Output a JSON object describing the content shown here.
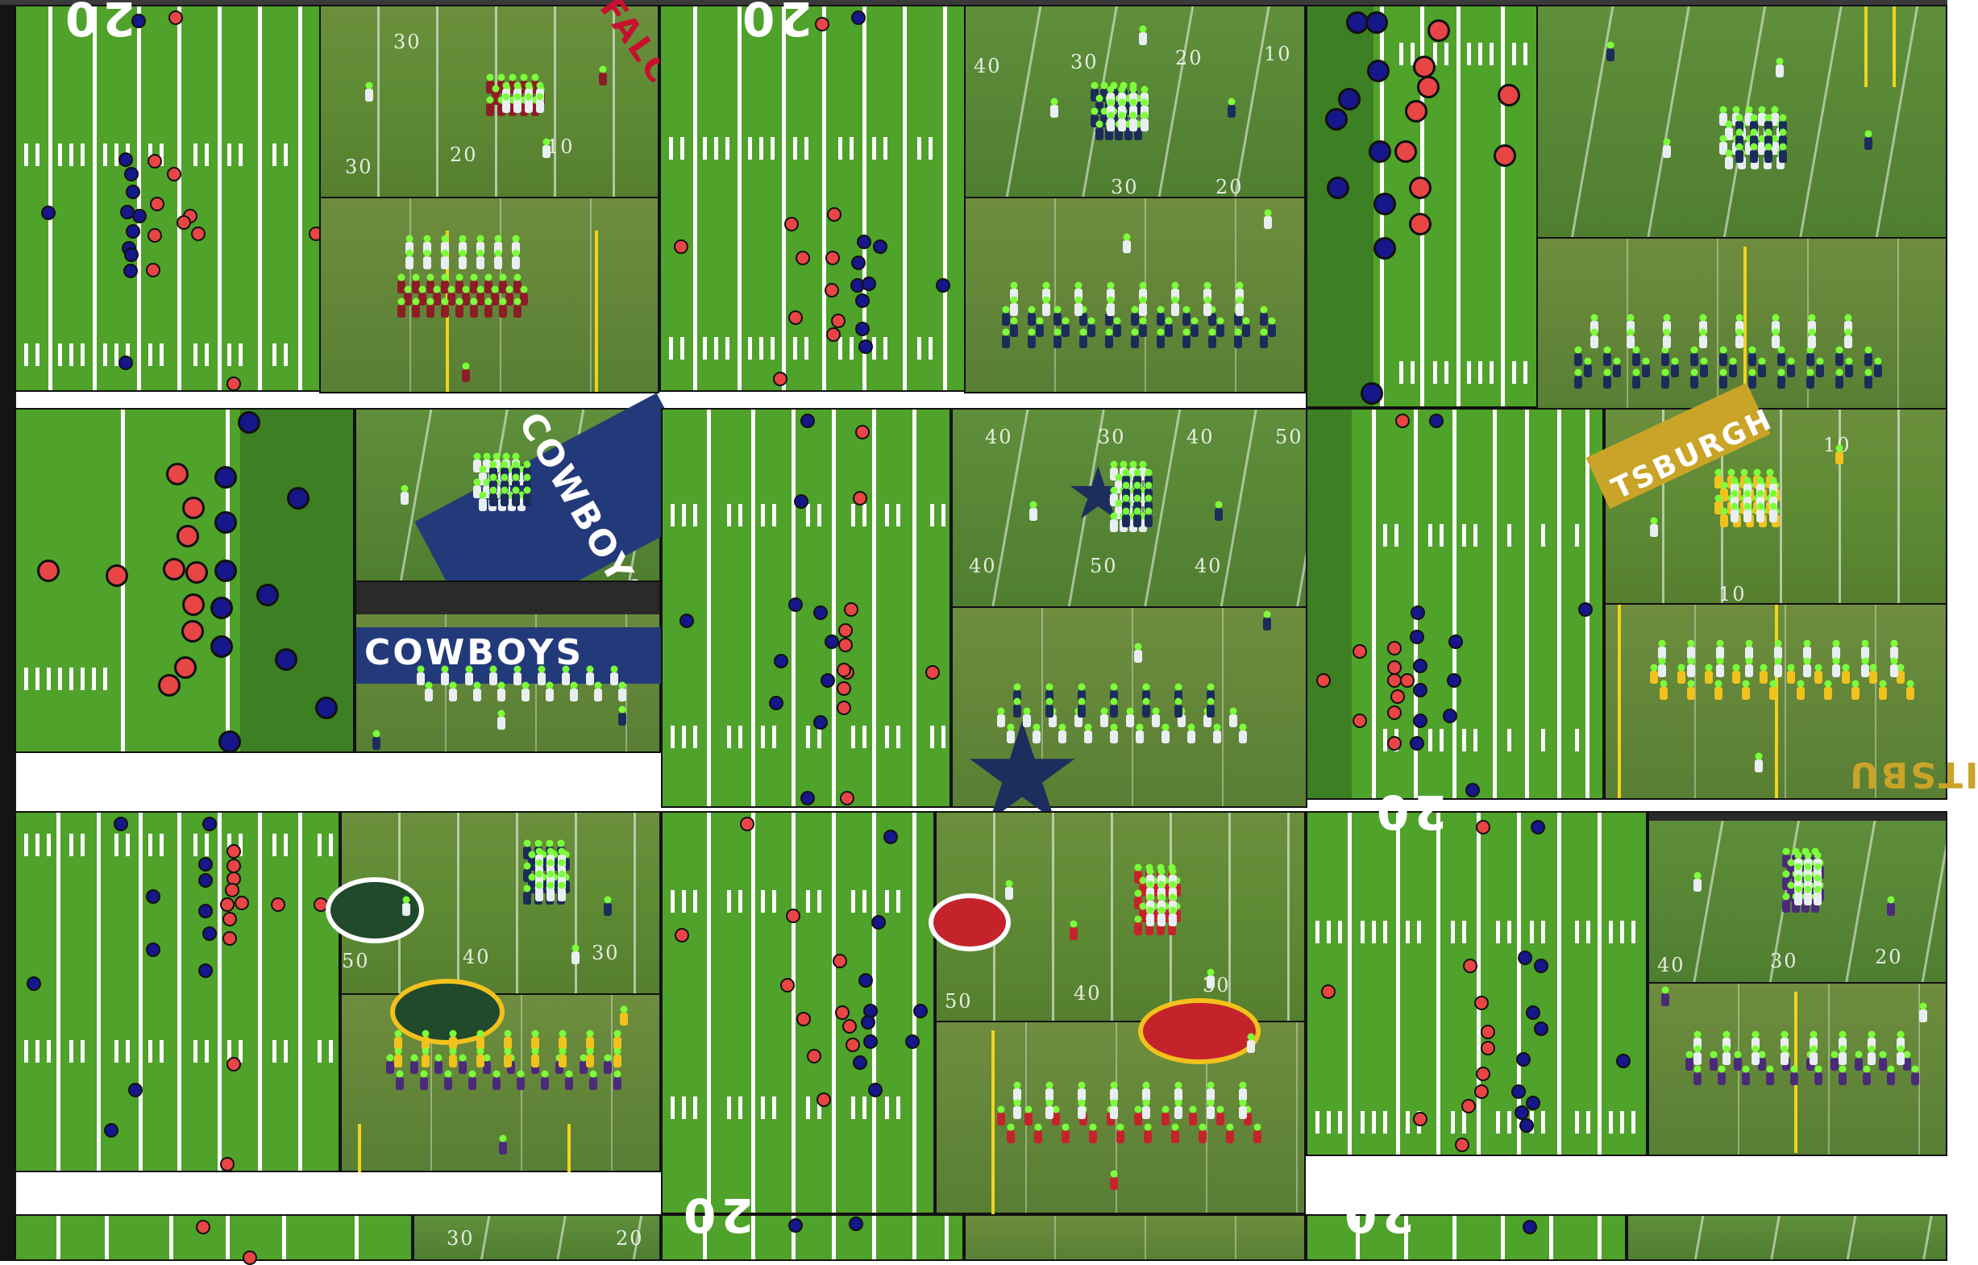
{
  "mosaic": {
    "field_numbers": {
      "t1": "20",
      "t3": "20",
      "t13": "20",
      "t14": "20"
    },
    "photo_texts": {
      "p1a_numbers": [
        "30",
        "20",
        "10",
        "30"
      ],
      "p1a_endzone": "FALC",
      "p2a_numbers": [
        "40",
        "30",
        "20",
        "10"
      ],
      "p2a_bottom_numbers": [
        "30",
        "20"
      ],
      "p4a_endzone": "COWBOYS",
      "p4b_banner": "COWBOYS",
      "p5a_numbers": [
        "40",
        "50",
        "40"
      ],
      "p5a_top_numbers": [
        "40",
        "30",
        "40",
        "50"
      ],
      "p6a_endzone": "TSBURGH",
      "p6a_numbers": [
        "10",
        "10"
      ],
      "p6b_endzone": "ITSBU",
      "p7a_numbers": [
        "50",
        "40",
        "30"
      ],
      "p8a_numbers": [
        "50",
        "40",
        "30"
      ],
      "p9a_numbers": [
        "40",
        "30",
        "20"
      ],
      "p10a_numbers": [
        "30",
        "20"
      ]
    },
    "colors": {
      "field_green": "#4fa22a",
      "field_green_dark": "#3d7f23",
      "offense_red": "#e84545",
      "defense_navy": "#16178a",
      "tracker_green": "#7cff3a",
      "frame_dark": "#141414"
    }
  }
}
